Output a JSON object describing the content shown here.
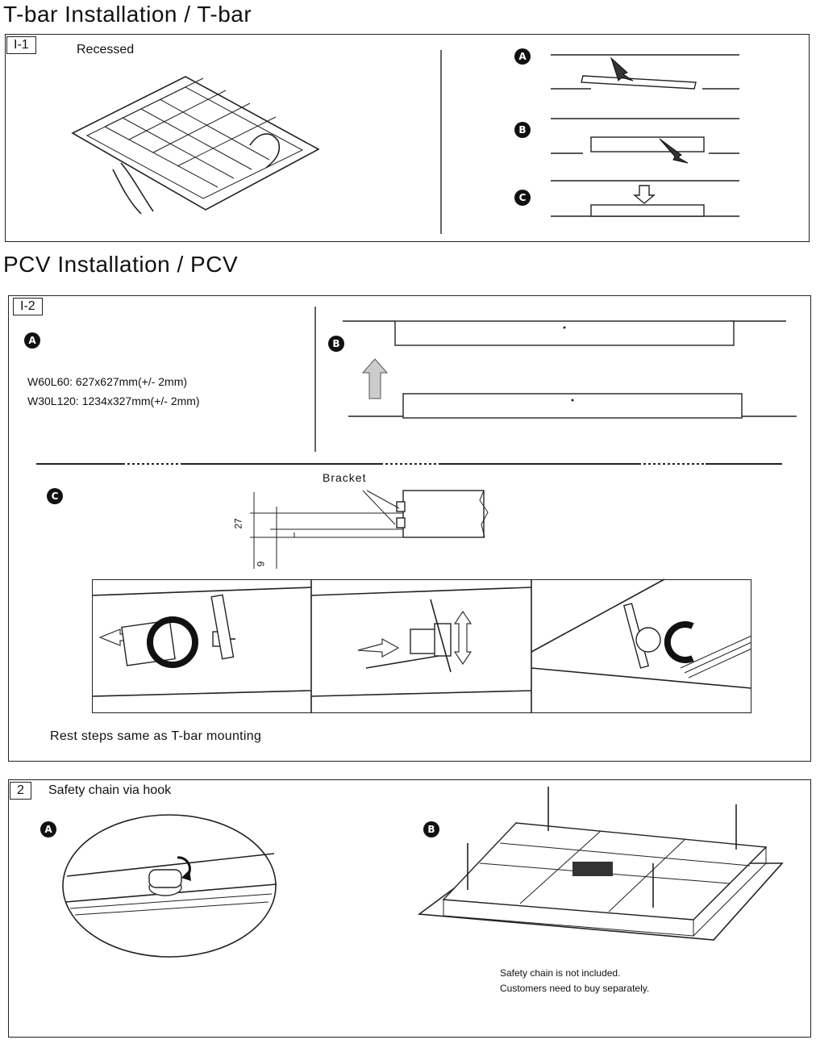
{
  "section1": {
    "heading": "T-bar Installation /  T-bar",
    "step": {
      "number": "I-1",
      "title": "Recessed"
    },
    "badges": [
      "A",
      "B",
      "C"
    ]
  },
  "section2": {
    "heading": "PCV Installation /  PCV",
    "step": {
      "number": "I-2"
    },
    "badge_a": "A",
    "badge_b": "B",
    "badge_c": "C",
    "dims": [
      "W60L60: 627x627mm(+/- 2mm)",
      "W30L120: 1234x327mm(+/- 2mm)"
    ],
    "bracket_label": "Bracket",
    "dim_27": "27",
    "dim_9": "9",
    "footer_note": "Rest steps same as T-bar mounting"
  },
  "section3": {
    "step": {
      "number": "2",
      "title": "Safety chain via hook"
    },
    "badge_a": "A",
    "badge_b": "B",
    "note_line1": "Safety chain is not included.",
    "note_line2": "Customers need to buy separately."
  }
}
